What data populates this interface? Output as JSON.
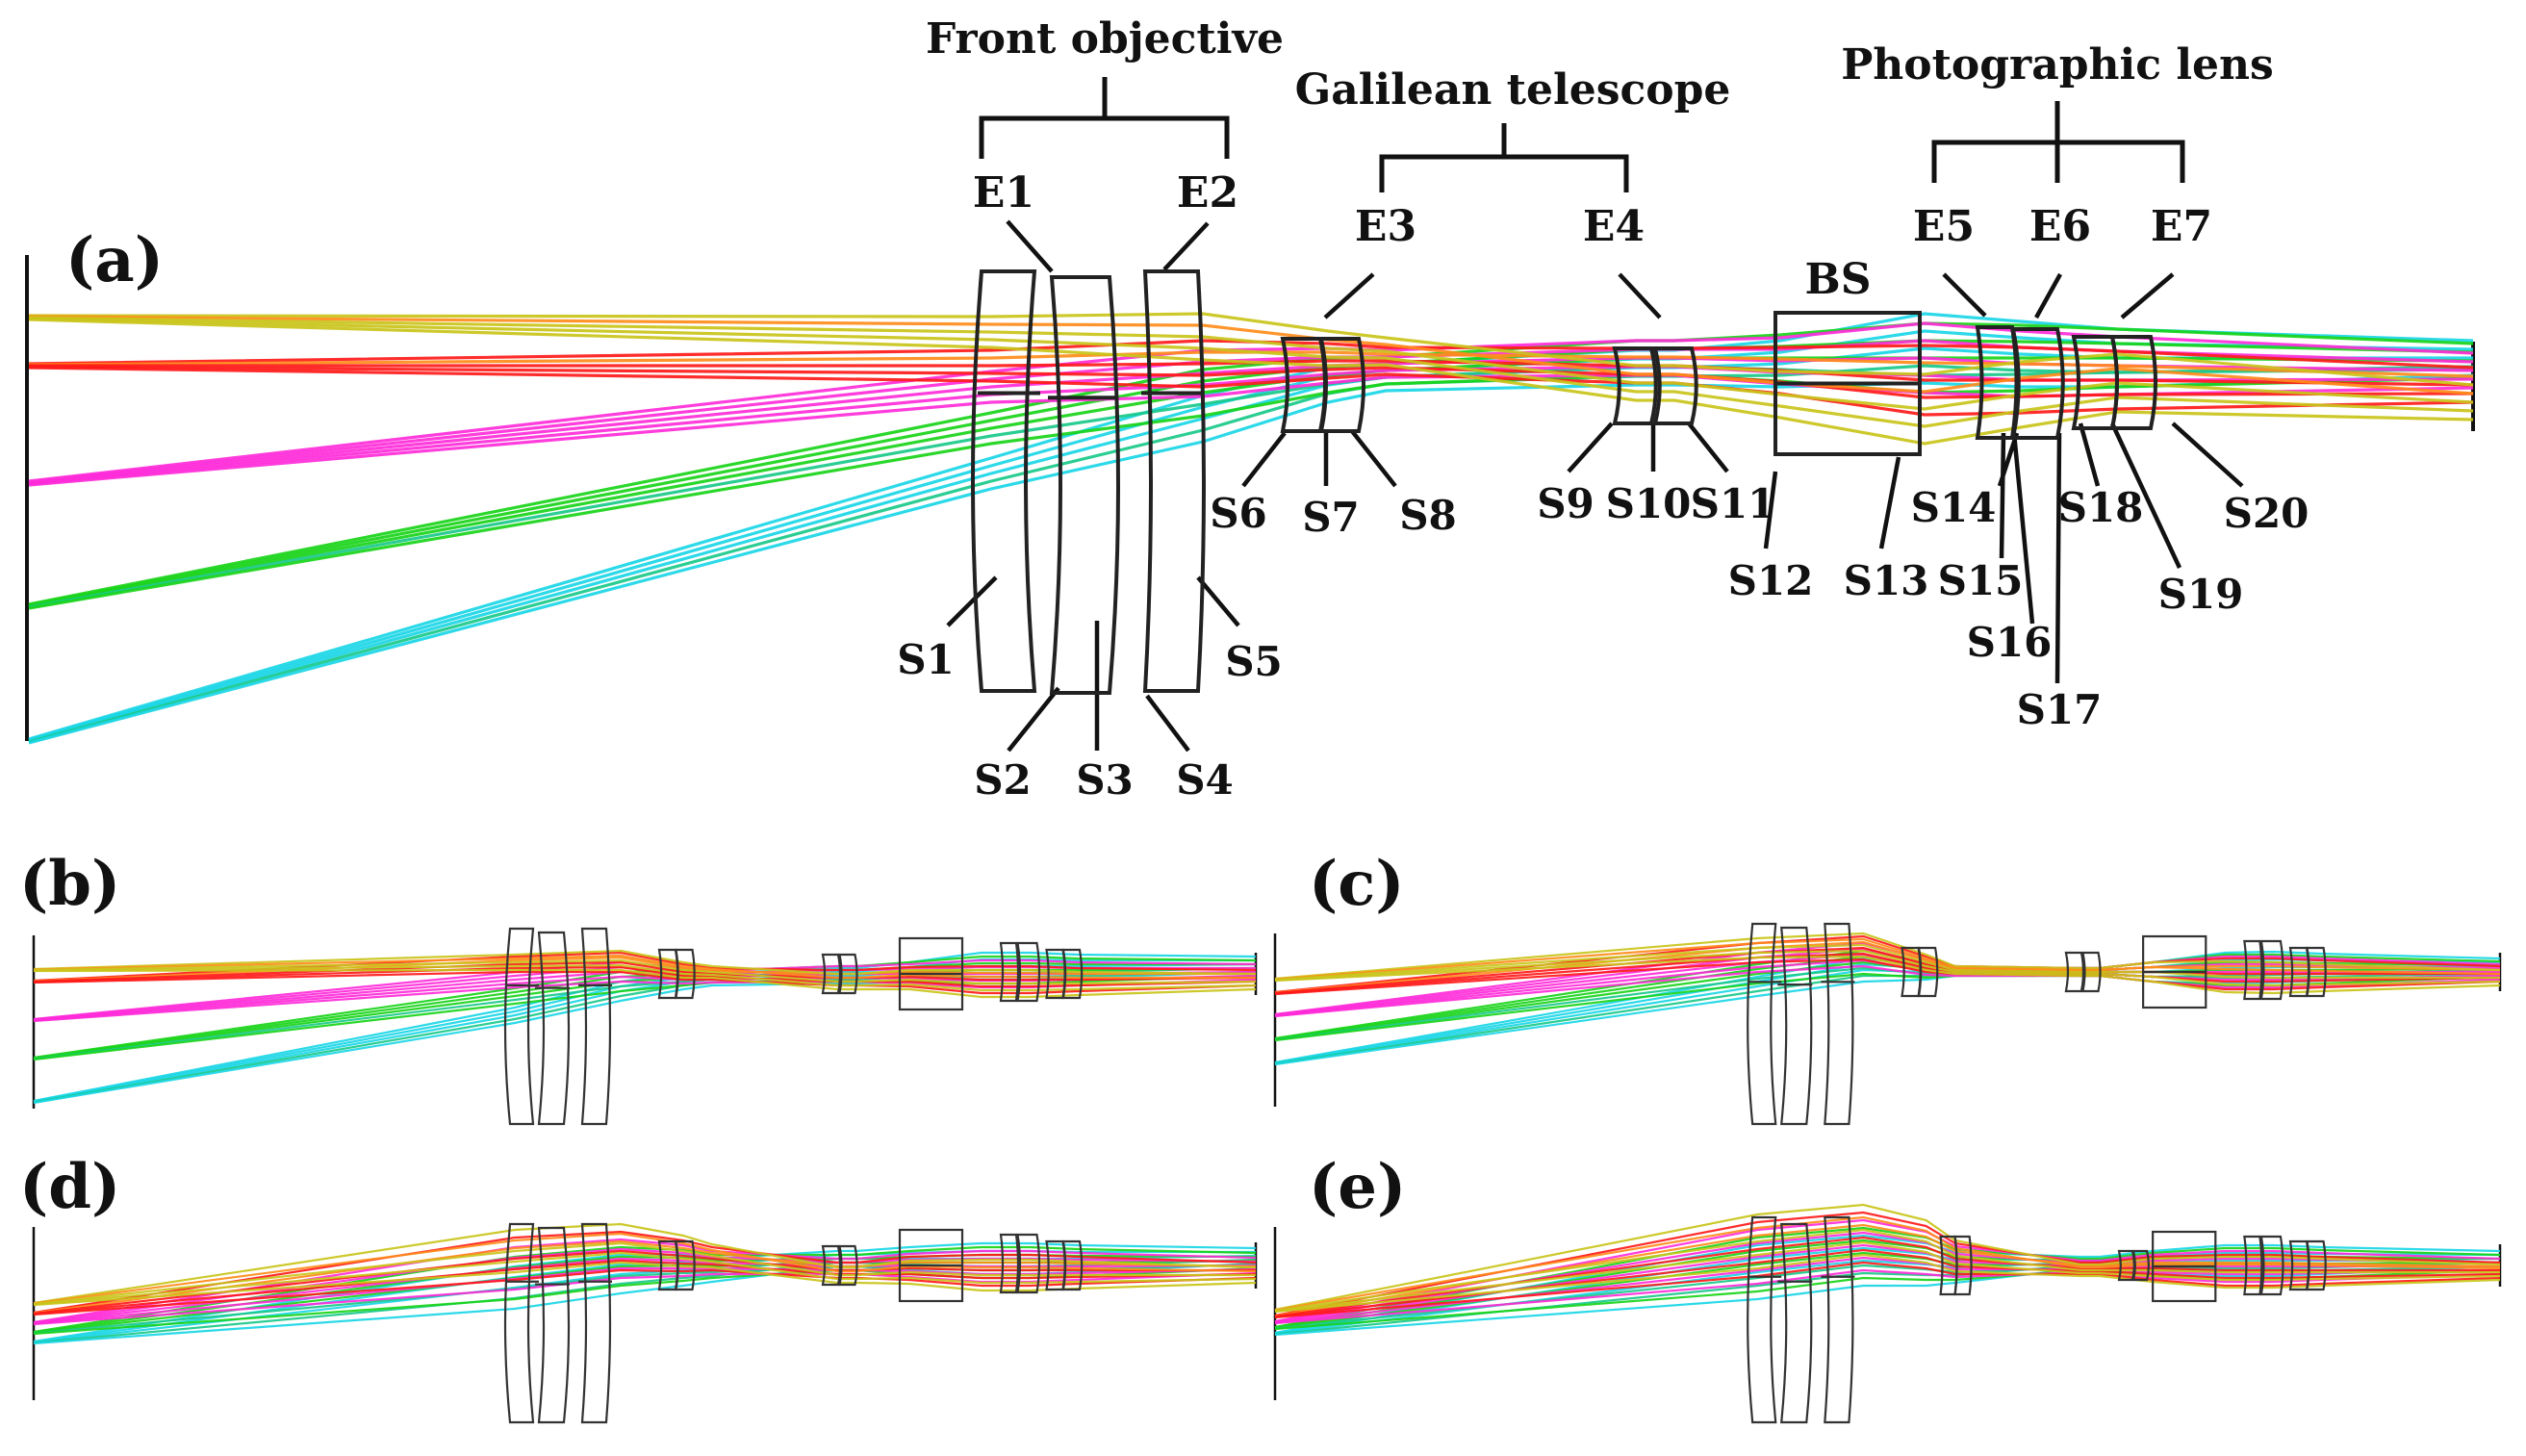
{
  "figure": {
    "panels": [
      {
        "id": "a",
        "label": "(a)"
      },
      {
        "id": "b",
        "label": "(b)"
      },
      {
        "id": "c",
        "label": "(c)"
      },
      {
        "id": "d",
        "label": "(d)"
      },
      {
        "id": "e",
        "label": "(e)"
      }
    ],
    "groups": [
      {
        "id": "front",
        "label": "Front objective"
      },
      {
        "id": "galilean",
        "label": "Galilean telescope"
      },
      {
        "id": "photo",
        "label": "Photographic lens"
      }
    ],
    "elements": [
      "E1",
      "E2",
      "E3",
      "E4",
      "BS",
      "E5",
      "E6",
      "E7"
    ],
    "surfaces": [
      "S1",
      "S2",
      "S3",
      "S4",
      "S5",
      "S6",
      "S7",
      "S8",
      "S9",
      "S10",
      "S11",
      "S12",
      "S13",
      "S14",
      "S15",
      "S16",
      "S17",
      "S18",
      "S19",
      "S20"
    ],
    "field_colors": [
      "#c9c41a",
      "#ff1a1a",
      "#ff2bd9",
      "#19d419",
      "#1ad6e6"
    ],
    "blend_colors": [
      "#ff8c1a",
      "#19c98a"
    ]
  }
}
